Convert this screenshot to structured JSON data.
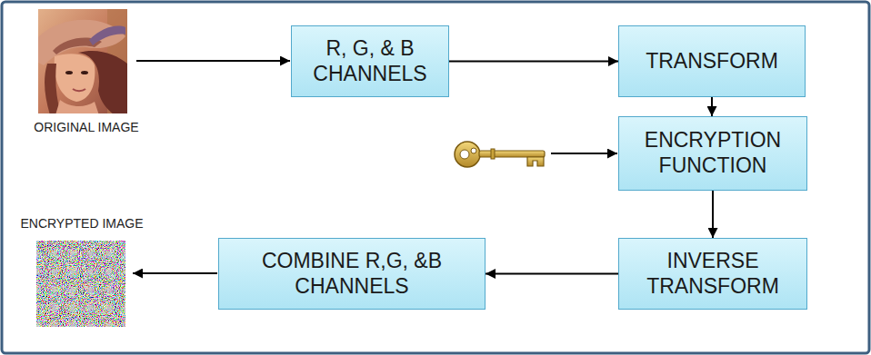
{
  "diagram": {
    "nodes": [
      {
        "text": [
          "R, G, & B CHANNELS"
        ]
      },
      {
        "text": [
          "TRANSFORM"
        ]
      },
      {
        "text": [
          "ENCRYPTION FUNCTION"
        ]
      },
      {
        "text": [
          "INVERSE TRANSFORM"
        ]
      },
      {
        "text": [
          "COMBINE R,G, &B CHANNELS"
        ]
      }
    ],
    "edges": [
      {
        "from": 0,
        "to": 1,
        "arrow": "to"
      },
      {
        "from": 1,
        "to": 2,
        "arrow": "to"
      },
      {
        "from": 2,
        "to": 3,
        "arrow": "to"
      },
      {
        "from": 3,
        "to": 4,
        "arrow": "to"
      }
    ],
    "labels": [
      "ORIGINAL IMAGE",
      "ENCRYPTED IMAGE"
    ]
  }
}
